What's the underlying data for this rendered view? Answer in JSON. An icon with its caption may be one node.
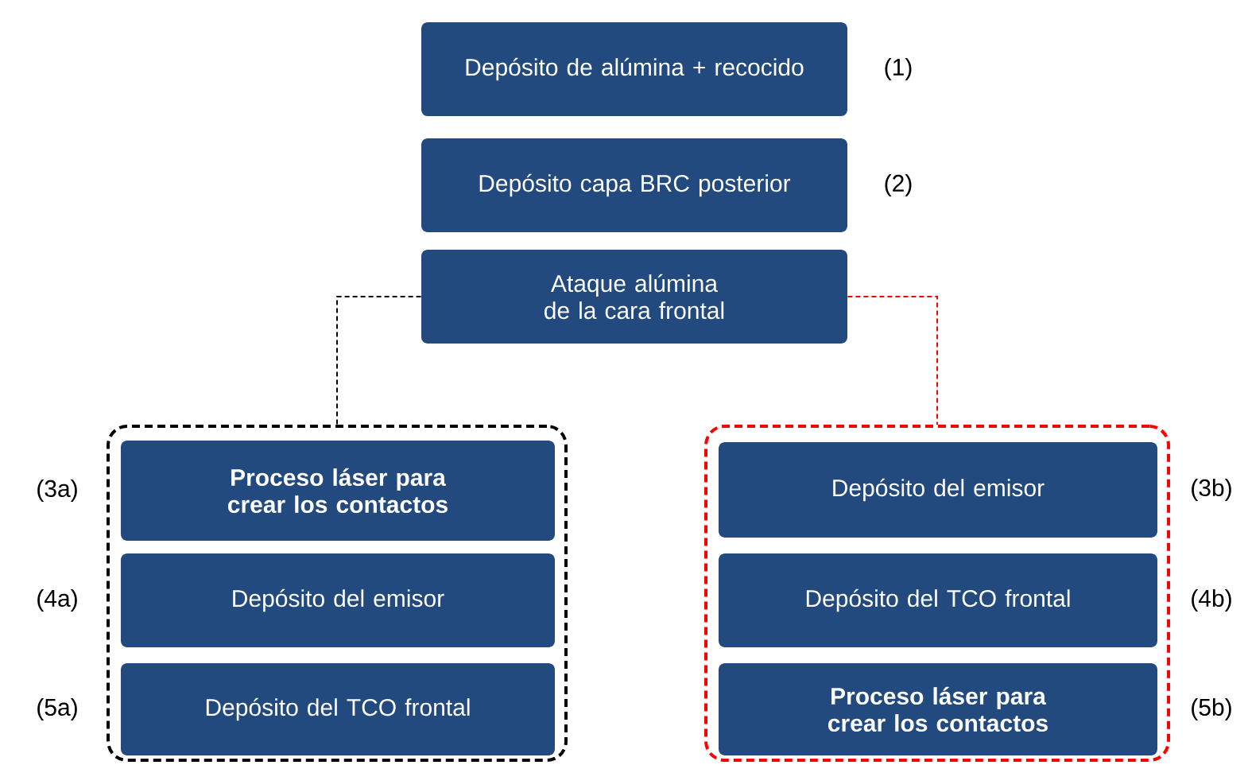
{
  "diagram": {
    "nodes": [
      {
        "text": [
          "Depósito de alúmina + recocido"
        ],
        "beside": [
          "(1)"
        ]
      },
      {
        "text": [
          "Depósito capa BRC posterior"
        ],
        "beside": [
          "(2)"
        ]
      },
      {
        "text": [
          "Ataque alúmina de la cara frontal"
        ]
      },
      {
        "text": [],
        "shape": "box"
      },
      {
        "text": [
          "Proceso láser para crear los contactos"
        ],
        "in": 3,
        "beside": [
          "(3a)"
        ]
      },
      {
        "text": [
          "Depósito del emisor"
        ],
        "in": 3,
        "beside": [
          "(4a)"
        ]
      },
      {
        "text": [
          "Depósito del TCO frontal"
        ],
        "in": 3,
        "beside": [
          "(5a)"
        ]
      },
      {
        "text": [],
        "shape": "box"
      },
      {
        "text": [
          "Depósito del emisor"
        ],
        "in": 7,
        "beside": [
          "(3b)"
        ]
      },
      {
        "text": [
          "Depósito del TCO frontal"
        ],
        "in": 7,
        "beside": [
          "(4b)"
        ]
      },
      {
        "text": [
          "Proceso láser para crear los contactos"
        ],
        "in": 7,
        "beside": [
          "(5b)"
        ]
      }
    ],
    "edges": [
      {
        "from": 2,
        "to": 3,
        "arrow": "none",
        "style": "dashed"
      },
      {
        "from": 2,
        "to": 7,
        "arrow": "none",
        "style": "dashed",
        "color": "#ff0000"
      }
    ]
  }
}
